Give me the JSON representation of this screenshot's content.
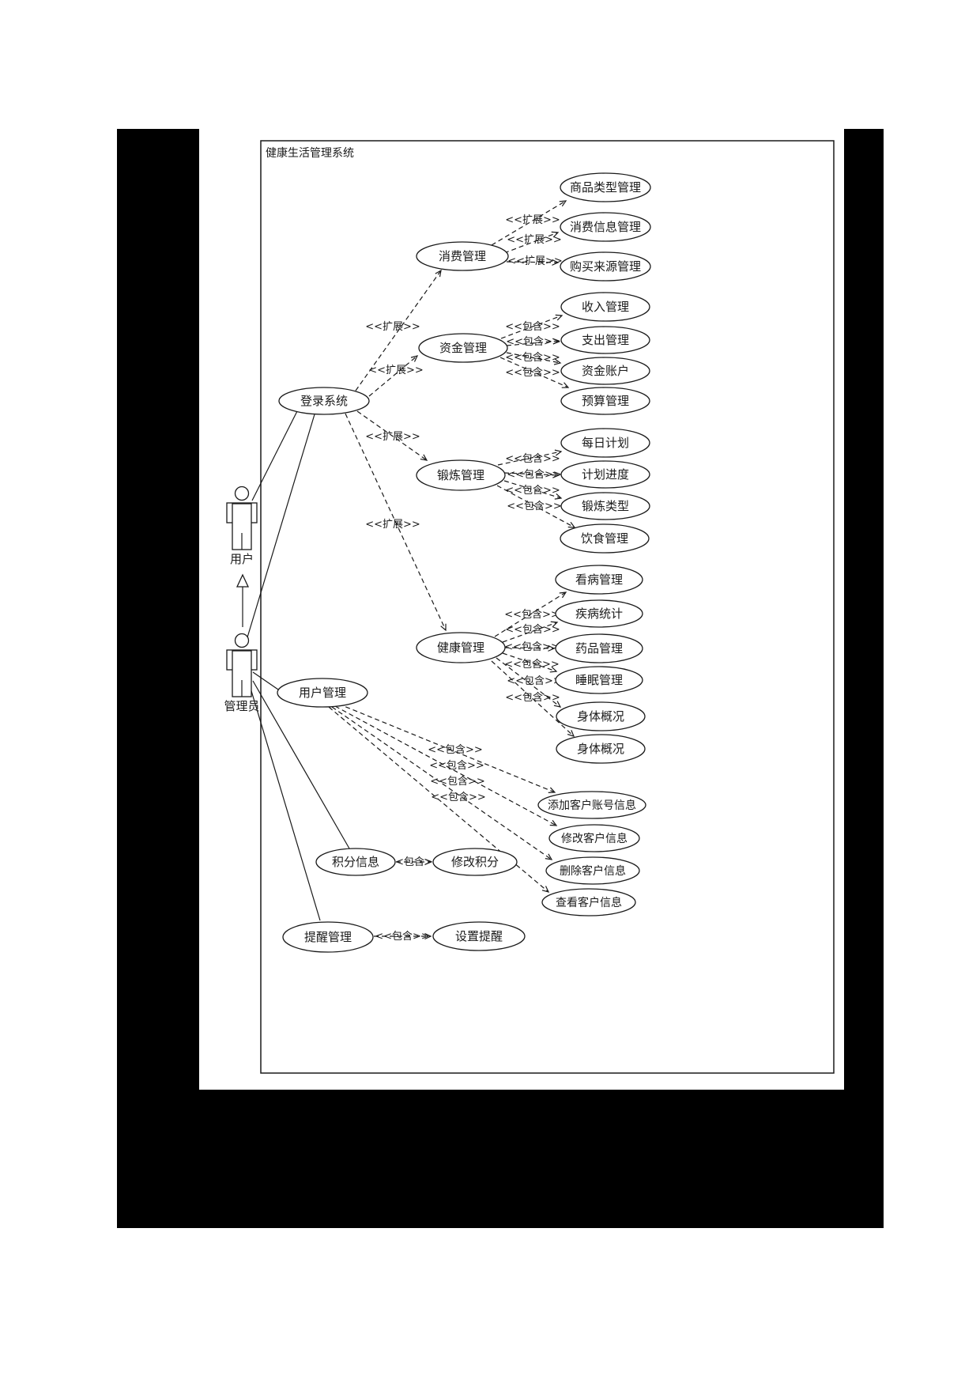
{
  "frame": {
    "title": "健康生活管理系统"
  },
  "actors": {
    "user": "用户",
    "admin": "管理员"
  },
  "stereotypes": {
    "extend": "<<扩展>>",
    "include": "<<包含>>"
  },
  "use_cases": {
    "login": "登录系统",
    "consume": "消费管理",
    "fund": "资金管理",
    "exercise": "锻炼管理",
    "health": "健康管理",
    "user_mgmt": "用户管理",
    "points": "积分信息",
    "modify_points": "修改积分",
    "reminder": "提醒管理",
    "set_reminder": "设置提醒",
    "goods_type": "商品类型管理",
    "consume_info": "消费信息管理",
    "purchase_source": "购买来源管理",
    "income": "收入管理",
    "expense": "支出管理",
    "fund_account": "资金账户",
    "budget": "预算管理",
    "daily_plan": "每日计划",
    "plan_progress": "计划进度",
    "exercise_type": "锻炼类型",
    "diet": "饮食管理",
    "medical": "看病管理",
    "disease_stat": "疾病统计",
    "medicine": "药品管理",
    "sleep": "睡眠管理",
    "body_overview_1": "身体概况",
    "body_overview_2": "身体概况",
    "add_customer": "添加客户账号信息",
    "modify_customer": "修改客户信息",
    "delete_customer": "删除客户信息",
    "view_customer": "查看客户信息"
  }
}
